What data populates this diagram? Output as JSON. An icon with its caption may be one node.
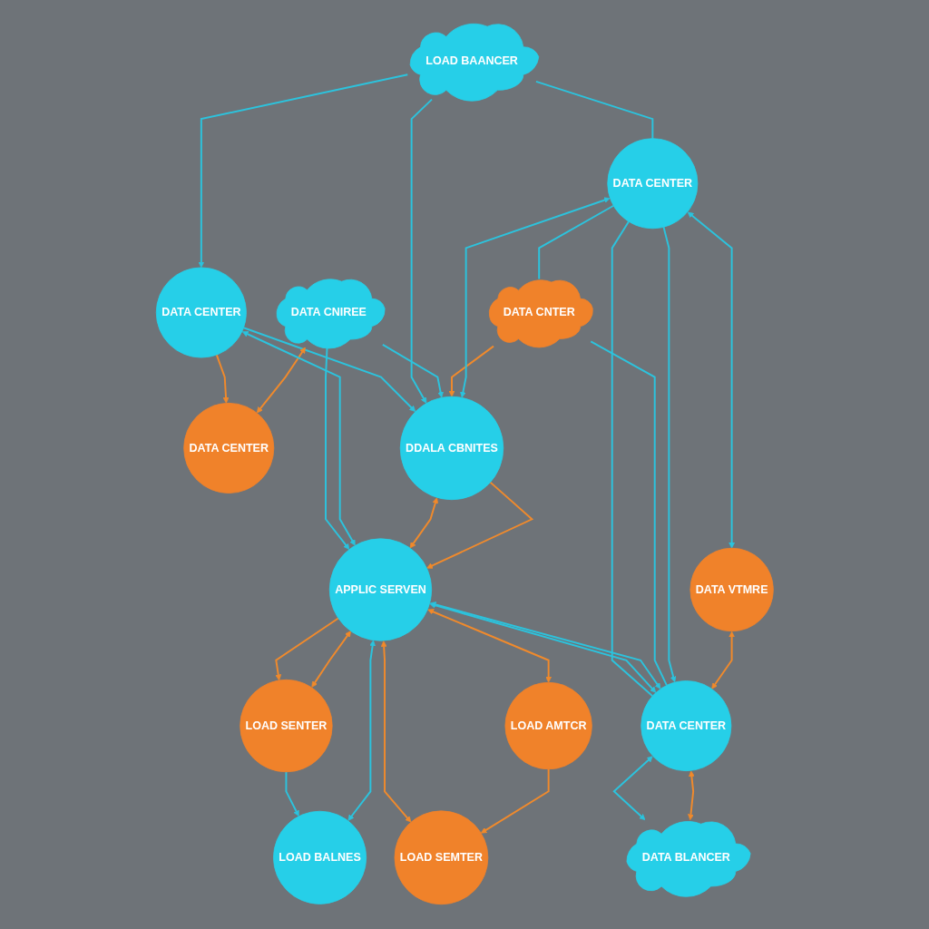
{
  "diagram": {
    "nodes": [
      {
        "text": [
          "LOAD BAANCER"
        ]
      },
      {
        "text": [
          "DATA CENTER"
        ]
      },
      {
        "text": [
          "DATA CENTER"
        ]
      },
      {
        "text": [
          "DATA CNIREE"
        ]
      },
      {
        "text": [
          "LOAD BALNES"
        ]
      },
      {
        "text": [
          "DDALA CBNITES"
        ]
      },
      {
        "text": [
          "LOAD SENTER"
        ]
      },
      {
        "text": [
          "DATA CENTER"
        ]
      },
      {
        "text": [
          "DATA CNTER"
        ]
      },
      {
        "text": [
          "APPLIC SERVEN"
        ]
      },
      {
        "text": [
          "LOAD SEMTER"
        ]
      },
      {
        "text": [
          "DATA CENTER"
        ]
      },
      {
        "text": [
          "LOAD AMTCR"
        ]
      },
      {
        "text": [
          "DATA VTMRE"
        ]
      },
      {
        "text": [
          "DATA BLANCER"
        ]
      }
    ],
    "edges": [
      {
        "from": 0,
        "to": 1,
        "arrow": "to"
      },
      {
        "from": 1,
        "to": 2,
        "arrow": "to",
        "color": "#f08a2c"
      },
      {
        "from": 1,
        "to": 5,
        "arrow": "to"
      },
      {
        "from": 0,
        "to": 5,
        "arrow": "to"
      },
      {
        "from": 0,
        "to": 7,
        "arrow": "none"
      },
      {
        "from": 3,
        "to": 2,
        "arrow": "both",
        "color": "#f08a2c"
      },
      {
        "from": 3,
        "to": 5,
        "arrow": "to"
      },
      {
        "from": 3,
        "to": 9,
        "arrow": "to"
      },
      {
        "from": 1,
        "to": 9,
        "arrow": "both"
      },
      {
        "from": 4,
        "to": 9,
        "arrow": "both"
      },
      {
        "from": 6,
        "to": 4,
        "arrow": "to"
      },
      {
        "from": 5,
        "to": 9,
        "arrow": "both",
        "color": "#f08a2c"
      },
      {
        "from": 5,
        "to": 9,
        "arrow": "to",
        "color": "#f08a2c"
      },
      {
        "from": 8,
        "to": 5,
        "arrow": "to",
        "color": "#f08a2c"
      },
      {
        "from": 7,
        "to": 5,
        "arrow": "both"
      },
      {
        "from": 7,
        "to": 8,
        "arrow": "none"
      },
      {
        "from": 7,
        "to": 11,
        "arrow": "none"
      },
      {
        "from": 9,
        "to": 6,
        "arrow": "to",
        "color": "#f08a2c"
      },
      {
        "from": 6,
        "to": 9,
        "arrow": "both",
        "color": "#f08a2c"
      },
      {
        "from": 9,
        "to": 10,
        "arrow": "both",
        "color": "#f08a2c"
      },
      {
        "from": 9,
        "to": 12,
        "arrow": "both",
        "color": "#f08a2c"
      },
      {
        "from": 12,
        "to": 10,
        "arrow": "to",
        "color": "#f08a2c"
      },
      {
        "from": 9,
        "to": 11,
        "arrow": "both"
      },
      {
        "from": 9,
        "to": 11,
        "arrow": "both"
      },
      {
        "from": 8,
        "to": 11,
        "arrow": "none"
      },
      {
        "from": 7,
        "to": 13,
        "arrow": "both"
      },
      {
        "from": 7,
        "to": 11,
        "arrow": "to"
      },
      {
        "from": 13,
        "to": 11,
        "arrow": "both",
        "color": "#f08a2c"
      },
      {
        "from": 11,
        "to": 14,
        "arrow": "both"
      },
      {
        "from": 11,
        "to": 14,
        "arrow": "both",
        "color": "#f08a2c"
      }
    ]
  }
}
